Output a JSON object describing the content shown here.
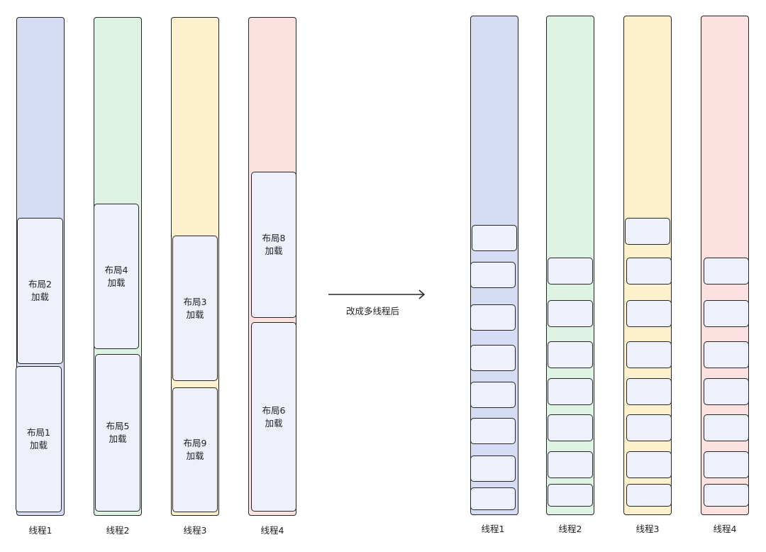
{
  "colors": {
    "thread1": "#d6dcf3",
    "thread2": "#dff3e4",
    "thread3": "#fdf0cd",
    "thread4": "#fde1e1",
    "block_fill": "#eef1fc",
    "stroke": "#262626"
  },
  "arrow_caption": "改成多线程后",
  "before": {
    "threads": [
      {
        "label": "线程1",
        "blocks": [
          {
            "line1": "布局2",
            "line2": "加载"
          },
          {
            "line1": "布局1",
            "line2": "加载"
          }
        ]
      },
      {
        "label": "线程2",
        "blocks": [
          {
            "line1": "布局4",
            "line2": "加载"
          },
          {
            "line1": "布局5",
            "line2": "加载"
          }
        ]
      },
      {
        "label": "线程3",
        "blocks": [
          {
            "line1": "布局3",
            "line2": "加载"
          },
          {
            "line1": "布局9",
            "line2": "加载"
          }
        ]
      },
      {
        "label": "线程4",
        "blocks": [
          {
            "line1": "布局8",
            "line2": "加载"
          },
          {
            "line1": "布局6",
            "line2": "加载"
          }
        ]
      }
    ]
  },
  "after": {
    "threads": [
      {
        "label": "线程1"
      },
      {
        "label": "线程2"
      },
      {
        "label": "线程3"
      },
      {
        "label": "线程4"
      }
    ]
  }
}
